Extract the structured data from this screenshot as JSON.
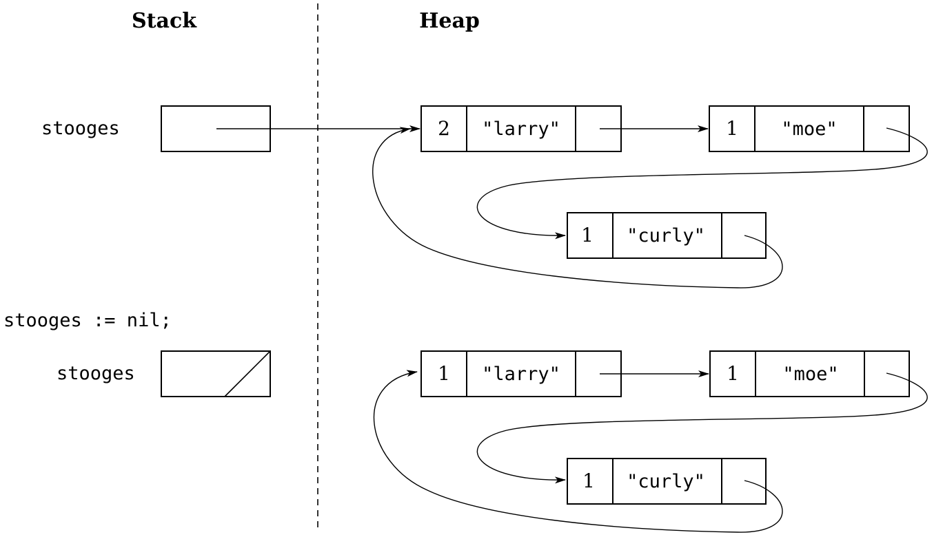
{
  "headers": {
    "stack": "Stack",
    "heap": "Heap"
  },
  "statement": "stooges := nil;",
  "before": {
    "variable": "stooges",
    "pointer": "points to first heap node",
    "nodes": [
      {
        "count": "2",
        "value": "\"larry\""
      },
      {
        "count": "1",
        "value": "\"moe\""
      },
      {
        "count": "1",
        "value": "\"curly\""
      }
    ]
  },
  "after": {
    "variable": "stooges",
    "pointer": "nil",
    "nodes": [
      {
        "count": "1",
        "value": "\"larry\""
      },
      {
        "count": "1",
        "value": "\"moe\""
      },
      {
        "count": "1",
        "value": "\"curly\""
      }
    ]
  }
}
